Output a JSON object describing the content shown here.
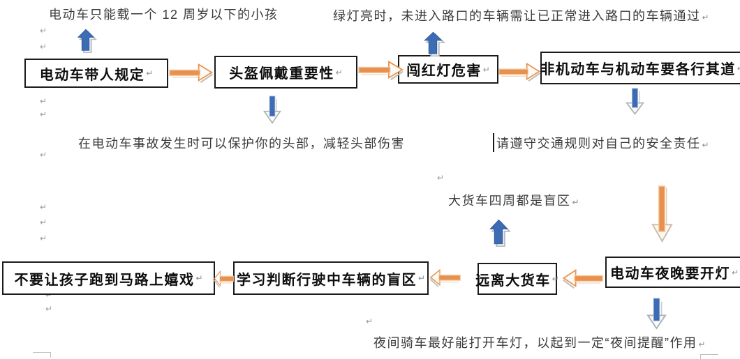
{
  "marks": {
    "pilcrow": "↵"
  },
  "colors": {
    "arrow_orange": "#e8914e",
    "arrow_orange_light": "#f3c9a2",
    "arrow_blue": "#3d6cb4",
    "box_border": "#1b1b1b",
    "paragraph_mark": "#939aa4",
    "annotation_text": "#3b3b3b"
  },
  "annotations": {
    "only_one_child": "电动车只能载一个 12 周岁以下的小孩",
    "green_light": "绿灯亮时，未进入路口的车辆需让已正常进入路口的车辆通过",
    "helmet_protect": "在电动车事故发生时可以保护你的头部，减轻头部伤害",
    "obey_rules": "请遵守交通规则对自己的安全责任",
    "truck_blind": "大货车四周都是盲区",
    "night_light": "夜间骑车最好能打开车灯，以起到一定“夜间提醒”作用"
  },
  "boxes": {
    "carry_rule": "电动车带人规定",
    "helmet": "头盔佩戴重要性",
    "red_light": "闯红灯危害",
    "separate_lanes": "非机动车与机动车要各行其道",
    "no_play_road": "不要让孩子跑到马路上嬉戏",
    "judge_blind": "学习判断行驶中车辆的盲区",
    "keep_away_truck": "远离大货车",
    "night_headlight": "电动车夜晚要开灯"
  },
  "connections": [
    {
      "from": "carry_rule",
      "to": "helmet",
      "direction": "right",
      "color": "orange"
    },
    {
      "from": "helmet",
      "to": "red_light",
      "direction": "right",
      "color": "orange"
    },
    {
      "from": "red_light",
      "to": "separate_lanes",
      "direction": "right",
      "color": "orange"
    },
    {
      "from": "separate_lanes",
      "to": "obey_rules",
      "direction": "down",
      "color": "blue"
    },
    {
      "from": "obey_rules",
      "to": "night_headlight",
      "direction": "down",
      "color": "orange"
    },
    {
      "from": "night_headlight",
      "to": "keep_away_truck",
      "direction": "left",
      "color": "orange"
    },
    {
      "from": "keep_away_truck",
      "to": "judge_blind",
      "direction": "left",
      "color": "orange"
    },
    {
      "from": "judge_blind",
      "to": "no_play_road",
      "direction": "left",
      "color": "orange"
    },
    {
      "from": "carry_rule",
      "to": "only_one_child",
      "direction": "up",
      "color": "blue"
    },
    {
      "from": "red_light",
      "to": "green_light",
      "direction": "up",
      "color": "blue"
    },
    {
      "from": "helmet",
      "to": "helmet_protect",
      "direction": "down",
      "color": "blue"
    },
    {
      "from": "keep_away_truck",
      "to": "truck_blind",
      "direction": "up",
      "color": "blue"
    },
    {
      "from": "night_headlight",
      "to": "night_light",
      "direction": "down",
      "color": "blue"
    }
  ]
}
